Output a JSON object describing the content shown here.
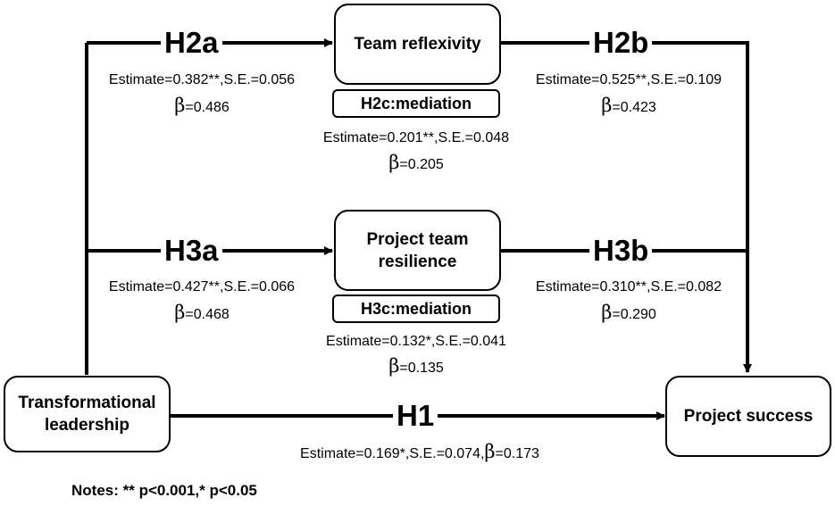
{
  "nodes": {
    "leadership": "Transformational leadership",
    "reflexivity": "Team reflexivity",
    "resilience": "Project team resilience",
    "success": "Project success"
  },
  "mediation": {
    "h2c": "H2c:mediation",
    "h3c": "H3c:mediation"
  },
  "paths": {
    "h1": {
      "label": "H1",
      "stats": "Estimate=0.169*,S.E.=0.074,",
      "beta_symbol": "β",
      "beta": "=0.173"
    },
    "h2a": {
      "label": "H2a",
      "stats": "Estimate=0.382**,S.E.=0.056",
      "beta_symbol": "β",
      "beta": "=0.486"
    },
    "h2b": {
      "label": "H2b",
      "stats": "Estimate=0.525**,S.E.=0.109",
      "beta_symbol": "β",
      "beta": "=0.423"
    },
    "h2c": {
      "stats": "Estimate=0.201**,S.E.=0.048",
      "beta_symbol": "β",
      "beta": "=0.205"
    },
    "h3a": {
      "label": "H3a",
      "stats": "Estimate=0.427**,S.E.=0.066",
      "beta_symbol": "β",
      "beta": "=0.468"
    },
    "h3b": {
      "label": "H3b",
      "stats": "Estimate=0.310**,S.E.=0.082",
      "beta_symbol": "β",
      "beta": "=0.290"
    },
    "h3c": {
      "stats": "Estimate=0.132*,S.E.=0.041",
      "beta_symbol": "β",
      "beta": "=0.135"
    }
  },
  "notes": "Notes: ** p<0.001,* p<0.05"
}
